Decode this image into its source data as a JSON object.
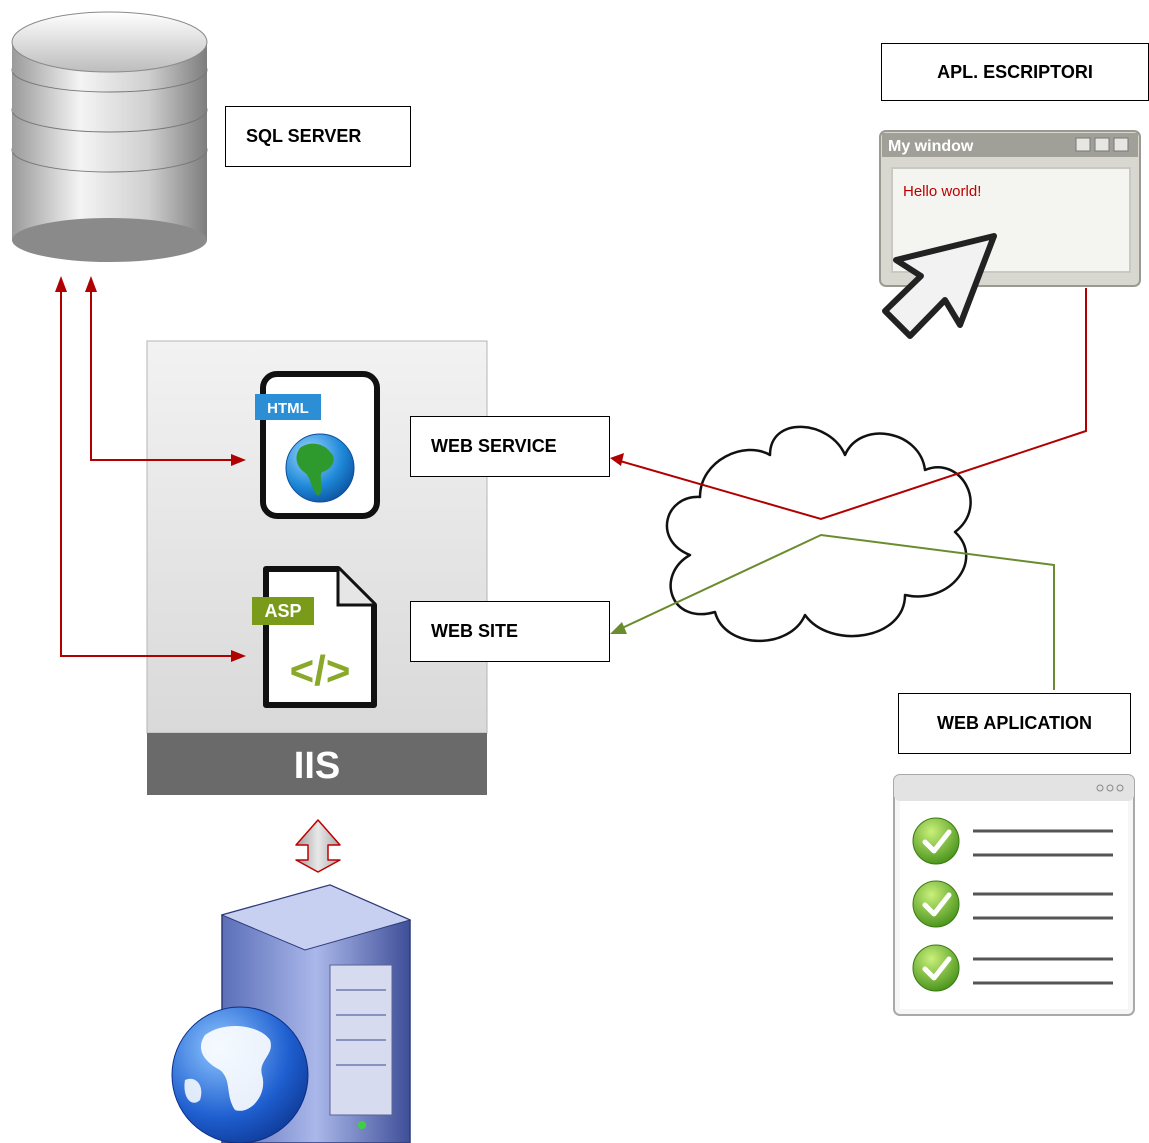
{
  "labels": {
    "sql_server": "SQL SERVER",
    "apl_escriptori": "APL. ESCRIPTORI",
    "web_service": "WEB SERVICE",
    "web_site": "WEB SITE",
    "web_aplication": "WEB APLICATION",
    "iis": "IIS"
  },
  "window": {
    "title": "My window",
    "content": "Hello world!"
  },
  "icons": {
    "html_badge": "HTML",
    "asp_badge": "ASP",
    "code_glyph": "</>"
  },
  "colors": {
    "red_arrow": "#b00000",
    "green_arrow": "#6b8c2e",
    "iis_bar": "#6a6a6a",
    "iis_panel": "#e3e3e3"
  }
}
